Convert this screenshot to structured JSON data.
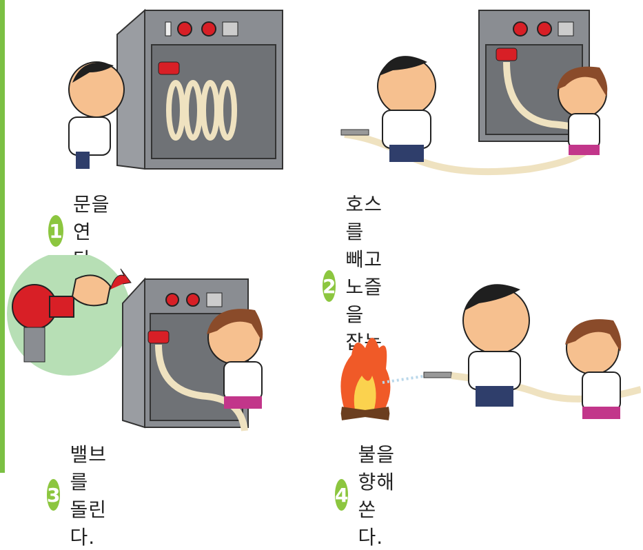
{
  "steps": [
    {
      "number": "1",
      "text": "문을 연다."
    },
    {
      "number": "2",
      "text": "호스를 빼고 노즐을 잡는다."
    },
    {
      "number": "3",
      "text": "밸브를 돌린다."
    },
    {
      "number": "4",
      "text": "불을 향해 쏜다."
    }
  ],
  "colors": {
    "badge": "#8cc63f",
    "side_bar": "#7bc043",
    "cabinet": "#8a8d92",
    "valve": "#d81f26",
    "hose": "#efe2c0"
  }
}
